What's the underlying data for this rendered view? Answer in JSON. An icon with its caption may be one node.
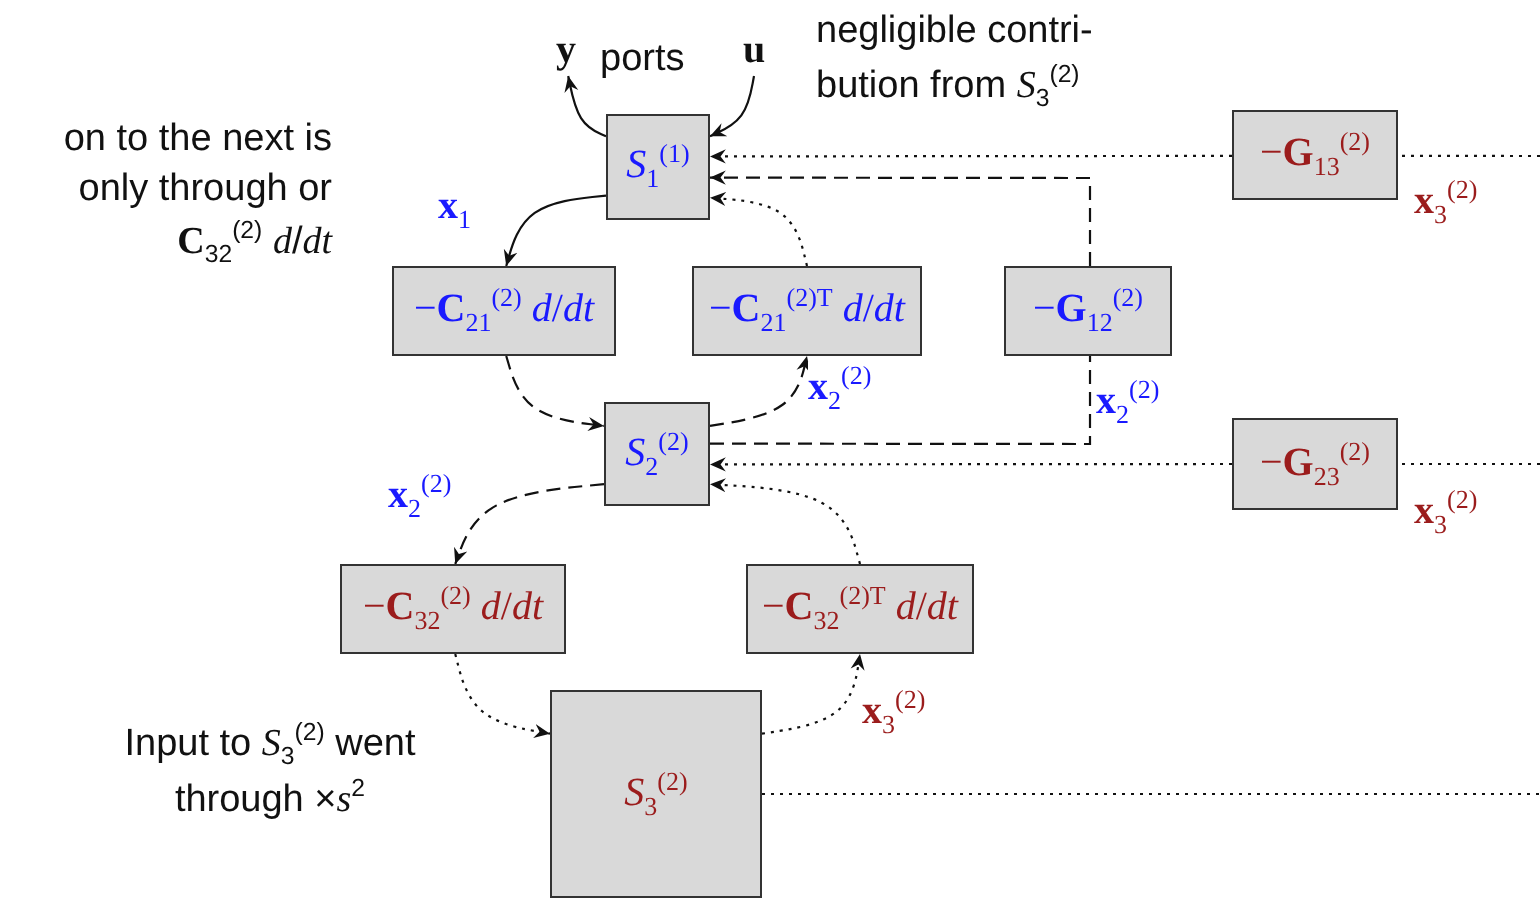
{
  "diagram": {
    "nodes": [
      {
        "text": [
          "**y**"
        ]
      },
      {
        "text": [
          "**u**"
        ]
      },
      {
        "text": [
          "*S*$_{1}$$^{(1)}$"
        ]
      },
      {
        "text": [
          "−**C**$_{21}$$^{(2)}$ *d*/*dt*"
        ]
      },
      {
        "text": [
          "−**C**$_{21}$$^{(2)T}$ *d*/*dt*"
        ]
      },
      {
        "text": [
          "−**G**$_{12}$$^{(2)}$"
        ]
      },
      {
        "text": [
          "−**G**$_{13}$$^{(2)}$"
        ]
      },
      {
        "text": [
          "*S*$_{2}$$^{(2)}$"
        ]
      },
      {
        "text": [
          "−**G**$_{23}$$^{(2)}$"
        ]
      },
      {
        "text": [
          "−**C**$_{32}$$^{(2)}$ *d*/*dt*"
        ]
      },
      {
        "text": [
          "−**C**$_{32}$$^{(2)T}$ *d*/*dt*"
        ]
      },
      {
        "text": [
          "*S*$_{3}$$^{(2)}$"
        ]
      }
    ],
    "edges": [
      {
        "from": 2,
        "to": 0,
        "arrow": "to"
      },
      {
        "from": 1,
        "to": 2,
        "arrow": "to"
      },
      {
        "from": 2,
        "to": 3,
        "arrow": "to",
        "label": "**x**$_{1}$"
      },
      {
        "from": 3,
        "to": 7,
        "arrow": "to",
        "style": "dashed"
      },
      {
        "from": 7,
        "to": 4,
        "arrow": "to",
        "style": "dashed",
        "label": "**x**$_{2}$$^{(2)}$"
      },
      {
        "from": 4,
        "to": 2,
        "arrow": "to",
        "style": "dashed"
      },
      {
        "from": 7,
        "to": 5,
        "arrow": "none",
        "style": "dashed",
        "label": "**x**$_{2}$$^{(2)}$"
      },
      {
        "from": 5,
        "to": 2,
        "arrow": "to",
        "style": "dashed"
      },
      {
        "from": 6,
        "to": 2,
        "arrow": "to",
        "style": "dashed"
      },
      {
        "from": null,
        "to": 6,
        "arrow": "none",
        "style": "dashed",
        "label": "**x**$_{3}$$^{(2)}$"
      },
      {
        "from": 8,
        "to": 7,
        "arrow": "to",
        "style": "dashed"
      },
      {
        "from": null,
        "to": 8,
        "arrow": "none",
        "style": "dashed",
        "label": "**x**$_{3}$$^{(2)}$"
      },
      {
        "from": 7,
        "to": 9,
        "arrow": "to",
        "style": "dashed",
        "label": "**x**$_{2}$$^{(2)}$"
      },
      {
        "from": 9,
        "to": 11,
        "arrow": "to",
        "style": "dashed"
      },
      {
        "from": 11,
        "to": 10,
        "arrow": "to",
        "style": "dashed",
        "label": "**x**$_{3}$$^{(2)}$"
      },
      {
        "from": 10,
        "to": 7,
        "arrow": "to",
        "style": "dashed"
      },
      {
        "from": 11,
        "to": null,
        "arrow": "none",
        "style": "dashed"
      }
    ],
    "labels": [
      "on to the next is only through or **C**$_{32}$$^{(2)}$ *d*/*dt*",
      "ports",
      "negligible contri- bution from *S*$_{3}$$^{(2)}$",
      "Input to *S*$_{3}$$^{(2)}$ went through ×*s*$^{2}$"
    ]
  }
}
